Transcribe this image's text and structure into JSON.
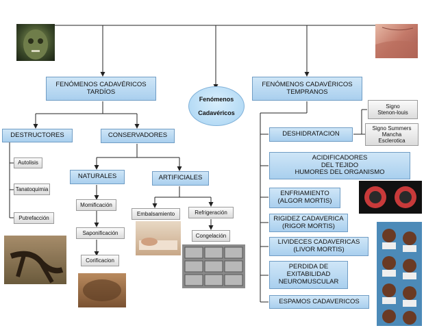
{
  "center": {
    "line1": "Fenómenos",
    "line2": "Cadavéricos"
  },
  "late": {
    "title": "FENÓMENOS CADAVÉRICOS\nTARDÍOS",
    "destructores": {
      "label": "DESTRUCTORES",
      "items": [
        "Autolisis",
        "Tanatoquimia",
        "Putrefacción"
      ]
    },
    "conservadores": {
      "label": "CONSERVADORES",
      "naturales": {
        "label": "NATURALES",
        "items": [
          "Momificación",
          "Saponificación",
          "Corificacion"
        ]
      },
      "artificiales": {
        "label": "ARTIFICIALES",
        "items": [
          "Embalsamiento",
          "Refrigeración",
          "Congelación"
        ]
      }
    }
  },
  "early": {
    "title": "FENÓMENOS CADAVÉRICOS\nTEMPRANOS",
    "items": [
      "DESHIDRATACION",
      "ACIDIFICADORES\nDEL TEJIDO\nHUMORES DEL ORGANISMO",
      "ENFRIAMIENTO\n(ALGOR MORTIS)",
      "RIGIDEZ CADAVERICA\n(RIGOR MORTIS)",
      "LIVIDECES CADAVERICAS\n(LIVOR MORTIS)",
      "PERDIDA DE\nEXITABILIDAD\nNEUROMUSCULAR",
      "ESPAMOS CADAVERICOS"
    ],
    "signs": [
      "Signo\nStenon-louis",
      "Signo Summers\nMancha\nEsclerotica"
    ]
  }
}
